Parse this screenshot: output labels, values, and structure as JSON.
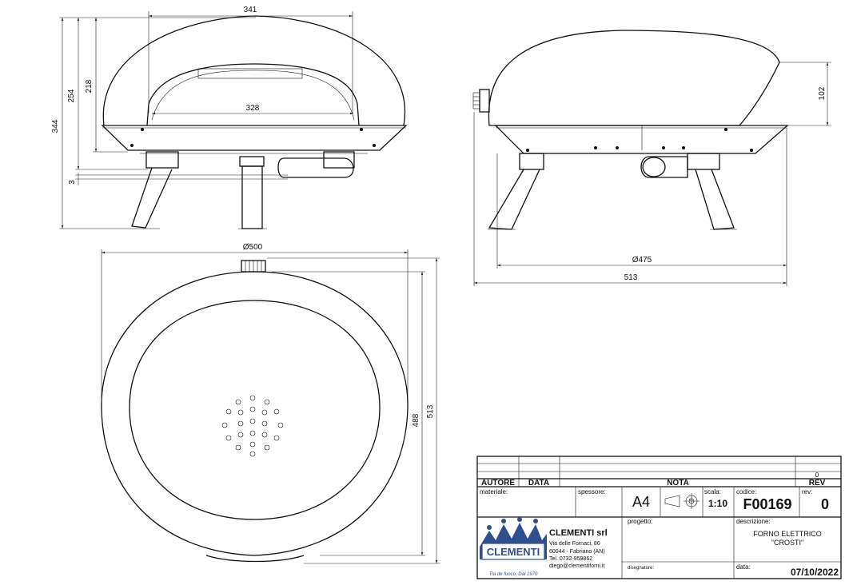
{
  "dimensions": {
    "front_width_top": "341",
    "front_opening_width": "328",
    "front_total_height": "344",
    "front_body_height": "254",
    "front_opening_height": "218",
    "front_leg_gap": "3",
    "side_dome_height": "102",
    "side_base_diameter": "Ø475",
    "side_total_width": "513",
    "top_diameter": "Ø500",
    "top_depth_inner": "488",
    "top_depth_total": "513"
  },
  "title_block": {
    "autore_label": "AUTORE",
    "data_label": "DATA",
    "nota_label": "NOTA",
    "rev_small": "0",
    "rev_label": "REV",
    "materiale_label": "materiale:",
    "spessore_label": "spessore:",
    "format": "A4",
    "scala_label": "scala:",
    "scala_value": "1:10",
    "codice_label": "codice:",
    "codice_value": "F00169",
    "rev_field_label": "rev:",
    "rev_value": "0",
    "progetto_label": "progetto:",
    "descrizione_label": "descrizione:",
    "descrizione_line1": "FORNO ELETTRICO",
    "descrizione_line2": "\"CROSTI\"",
    "disegnatore_label": "disegnatore:",
    "data_field_label": "data:",
    "data_value": "07/10/2022",
    "company_name": "CLEMENTI srl",
    "address1": "Via delle Fornaci, 86",
    "address2": "60044 - Fabriano (AN)",
    "phone": "Tel. 0732-959862",
    "email": "diego@clementiforni.it",
    "logo_text": "CLEMENTI",
    "logo_tagline": "Tra de fuoco, Dal 1970"
  }
}
